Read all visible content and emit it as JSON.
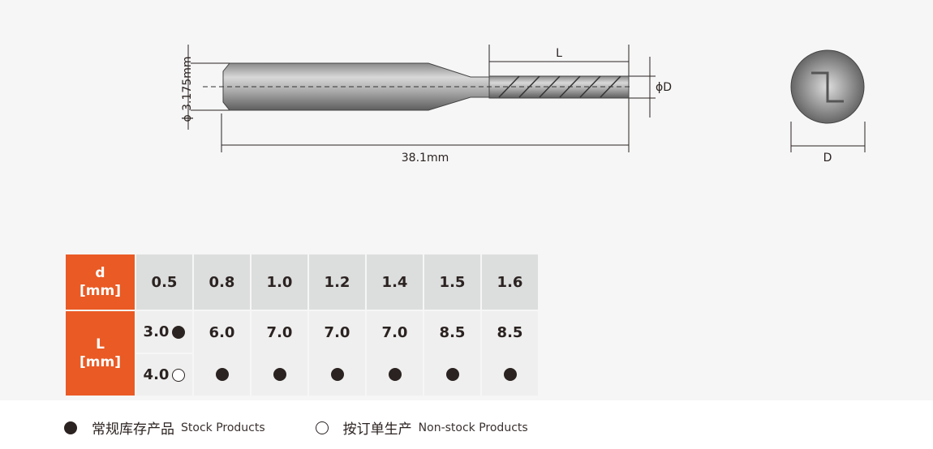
{
  "diagram": {
    "shank_dia": "ϕ 3.175mm",
    "total_length": "38.1mm",
    "flute_length": "L",
    "cut_dia": "ϕD",
    "end_dia": "D"
  },
  "table": {
    "header_d": [
      "d",
      "[mm]"
    ],
    "header_L": [
      "L",
      "[mm]"
    ],
    "diameters": [
      "0.5",
      "0.8",
      "1.0",
      "1.2",
      "1.4",
      "1.5",
      "1.6"
    ],
    "first_col": [
      {
        "value": "3.0",
        "stock": true
      },
      {
        "value": "4.0",
        "stock": false
      }
    ],
    "lengths": [
      "6.0",
      "7.0",
      "7.0",
      "7.0",
      "8.5",
      "8.5"
    ]
  },
  "legend": [
    {
      "cn": "常规库存产品",
      "en": "Stock Products",
      "icon": "filled-circle"
    },
    {
      "cn": "按订单生产",
      "en": "Non-stock Products",
      "icon": "open-circle"
    }
  ]
}
